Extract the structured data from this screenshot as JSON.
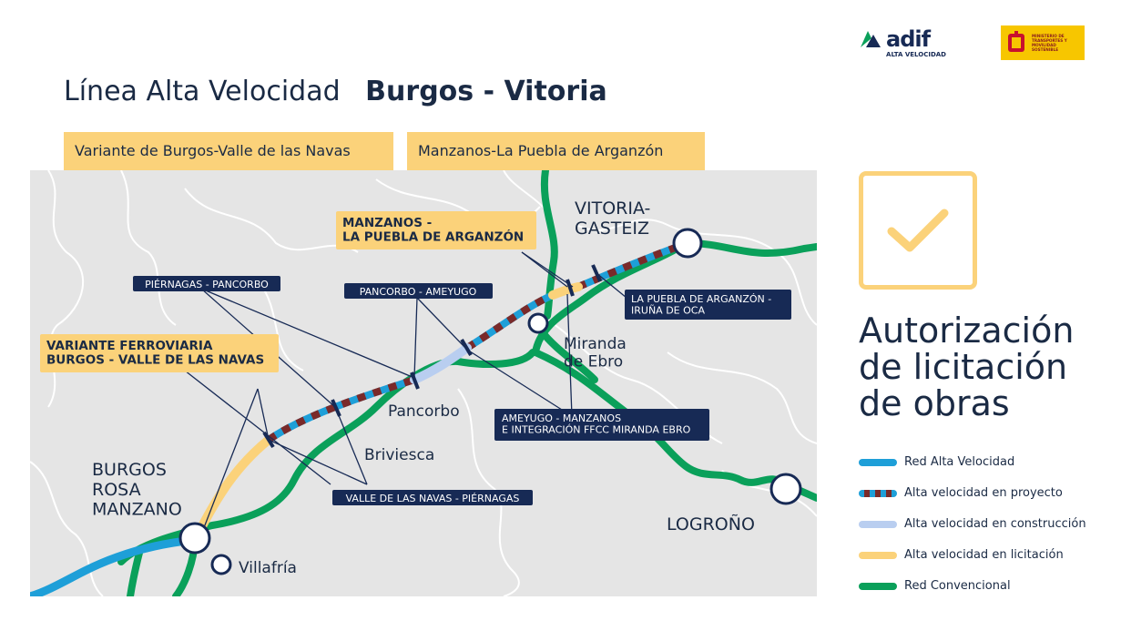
{
  "brand": {
    "logo_main": "adif",
    "logo_sub": "ALTA VELOCIDAD",
    "ministry": "MINISTERIO DE TRANSPORTES Y MOVILIDAD SOSTENIBLE"
  },
  "title": {
    "light": "Línea Alta Velocidad",
    "bold": "Burgos - Vitoria"
  },
  "tabs": [
    {
      "label": "Variante de Burgos-Valle de las Navas"
    },
    {
      "label": "Manzanos-La Puebla de Arganzón"
    }
  ],
  "map": {
    "cities": {
      "vitoria": "VITORIA-\nGASTEIZ",
      "burgos": "BURGOS\nROSA\nMANZANO",
      "logrono": "LOGROÑO",
      "miranda": "Miranda\nde Ebro",
      "pancorbo": "Pancorbo",
      "briviesca": "Briviesca",
      "villafria": "Villafría"
    },
    "sections": {
      "piernagas_pancorbo": "PIÉRNAGAS - PANCORBO",
      "pancorbo_ameyugo": "PANCORBO - AMEYUGO",
      "ameyugo_manzanos": "AMEYUGO - MANZANOS\nE INTEGRACIÓN FFCC MIRANDA EBRO",
      "valle_piernagas": "VALLE DE LAS NAVAS - PIÉRNAGAS",
      "puebla_iruna": "LA PUEBLA DE ARGANZÓN -\nIRUÑA DE OCA"
    },
    "highlights": {
      "manzanos": "MANZANOS -\nLA PUEBLA DE ARGANZÓN",
      "variante": "VARIANTE FERROVIARIA\nBURGOS - VALLE DE LAS NAVAS"
    }
  },
  "status": {
    "text": "Autorización\nde licitación\nde obras",
    "icon": "checkmark-icon"
  },
  "legend": [
    {
      "label": "Red Alta Velocidad",
      "color": "#1e9fd8",
      "pattern": "solid"
    },
    {
      "label": "Alta velocidad en proyecto",
      "color": "#7a2a2a",
      "pattern": "dashed"
    },
    {
      "label": "Alta velocidad en construcción",
      "color": "#b9cef0",
      "pattern": "solid"
    },
    {
      "label": "Alta velocidad en licitación",
      "color": "#fbd27a",
      "pattern": "solid"
    },
    {
      "label": "Red Convencional",
      "color": "#0aa05a",
      "pattern": "solid"
    }
  ],
  "colors": {
    "accent": "#fbd27a",
    "navy": "#1a2a44",
    "map_bg": "#e5e5e5",
    "high_speed": "#1e9fd8",
    "project": "#7a2a2a",
    "construction": "#b9cef0",
    "conventional": "#0aa05a"
  }
}
